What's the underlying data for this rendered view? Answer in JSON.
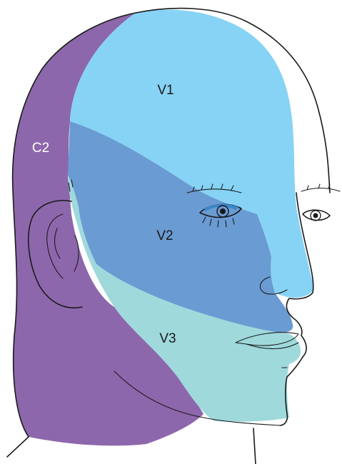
{
  "regions": {
    "v1": {
      "label": "V1",
      "color": "#87d3f5"
    },
    "v2": {
      "label": "V2",
      "color": "#6a9bd3"
    },
    "v3": {
      "label": "V3",
      "color": "#9fd9dc"
    },
    "c2": {
      "label": "C2",
      "color": "#8d67ac"
    }
  },
  "outline_color": "#1a1a1a",
  "eye_accent_color": "#3a86c8"
}
